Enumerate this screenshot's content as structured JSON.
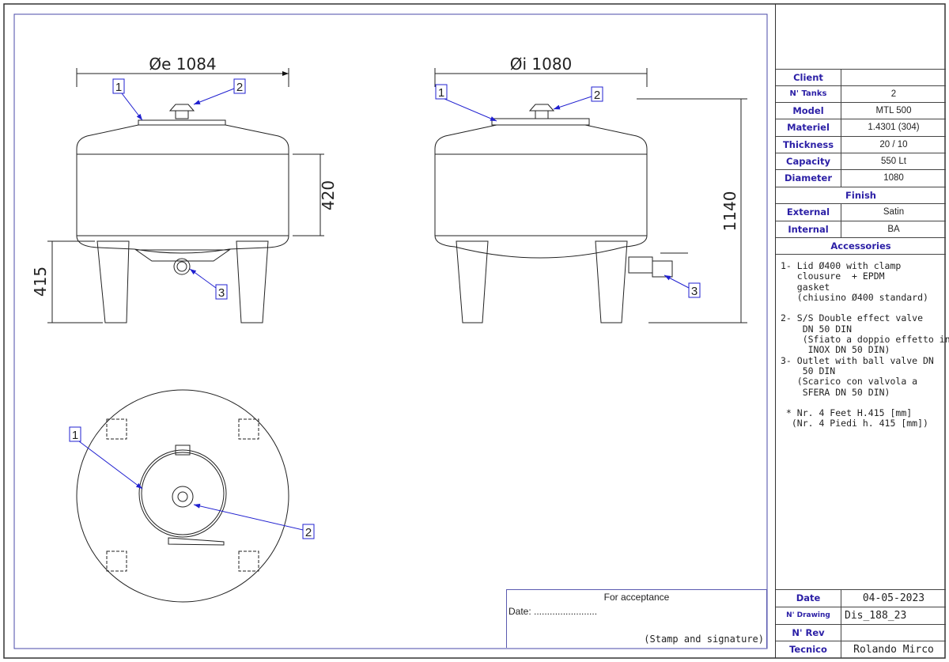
{
  "drawing": {
    "front_view": {
      "diameter_label": "Øe 1084",
      "height_body": "420",
      "height_feet": "415",
      "callouts": [
        "1",
        "2",
        "3"
      ]
    },
    "side_view": {
      "diameter_label": "Øi 1080",
      "height_total": "1140",
      "callouts": [
        "1",
        "2",
        "3"
      ]
    },
    "top_view": {
      "callouts": [
        "1",
        "2"
      ]
    }
  },
  "title_block": {
    "rows": [
      {
        "label": "Client",
        "value": ""
      },
      {
        "label": "N' Tanks",
        "value": "2"
      },
      {
        "label": "Model",
        "value": "MTL 500"
      },
      {
        "label": "Materiel",
        "value": "1.4301 (304)"
      },
      {
        "label": "Thickness",
        "value": "20 / 10"
      },
      {
        "label": "Capacity",
        "value": "550 Lt"
      },
      {
        "label": "Diameter",
        "value": "1080"
      }
    ],
    "finish_header": "Finish",
    "finish_rows": [
      {
        "label": "External",
        "value": "Satin"
      },
      {
        "label": "Internal",
        "value": "BA"
      }
    ],
    "accessories_header": "Accessories",
    "accessories_text": "1- Lid Ø400 with clamp\n   clousure  + EPDM\n   gasket\n   (chiusino Ø400 standard)\n\n2- S/S Double effect valve\n    DN 50 DIN\n    (Sfiato a doppio effetto in\n     INOX DN 50 DIN)\n3- Outlet with ball valve DN\n    50 DIN\n   (Scarico con valvola a\n    SFERA DN 50 DIN)\n\n * Nr. 4 Feet H.415 [mm]\n  (Nr. 4 Piedi h. 415 [mm])",
    "footer_rows": [
      {
        "label": "Date",
        "value": "04-05-2023"
      },
      {
        "label": "N' Drawing",
        "value": "Dis_188_23"
      },
      {
        "label": "N' Rev",
        "value": ""
      },
      {
        "label": "Tecnico",
        "value": "Rolando Mirco"
      }
    ]
  },
  "acceptance": {
    "title": "For acceptance",
    "date_label": "Date:  ........................",
    "stamp_label": "(Stamp and signature)"
  }
}
